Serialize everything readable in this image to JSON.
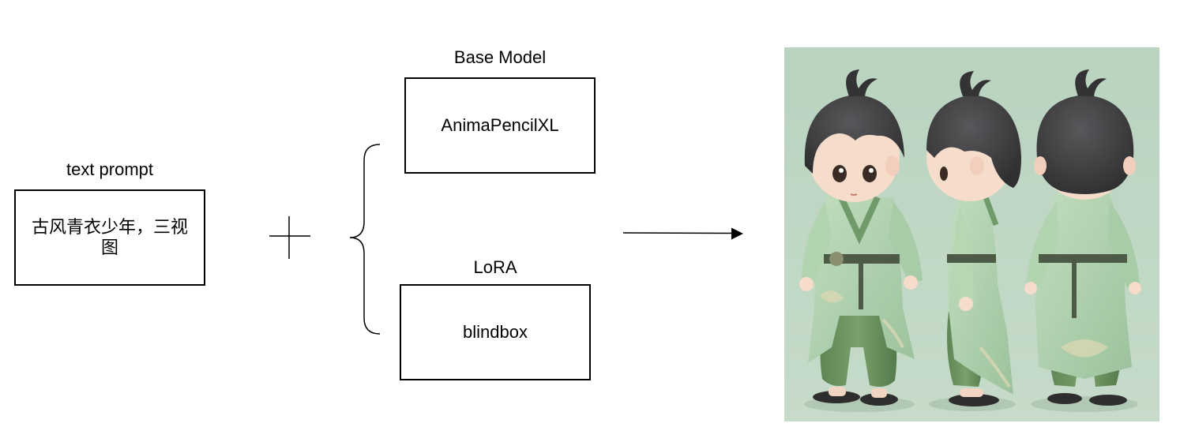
{
  "prompt": {
    "label": "text prompt",
    "text": "古风青衣少年，三视图"
  },
  "base_model": {
    "label": "Base Model",
    "name": "AnimaPencilXL"
  },
  "lora": {
    "label": "LoRA",
    "name": "blindbox"
  },
  "output": {
    "views": [
      "front",
      "side",
      "back"
    ],
    "background_color": "#b7d1bd",
    "robe_color": "#a9cdaa",
    "pants_color": "#6a8f5d",
    "hair_color": "#3b3b3d",
    "skin_color": "#f6dccb"
  }
}
